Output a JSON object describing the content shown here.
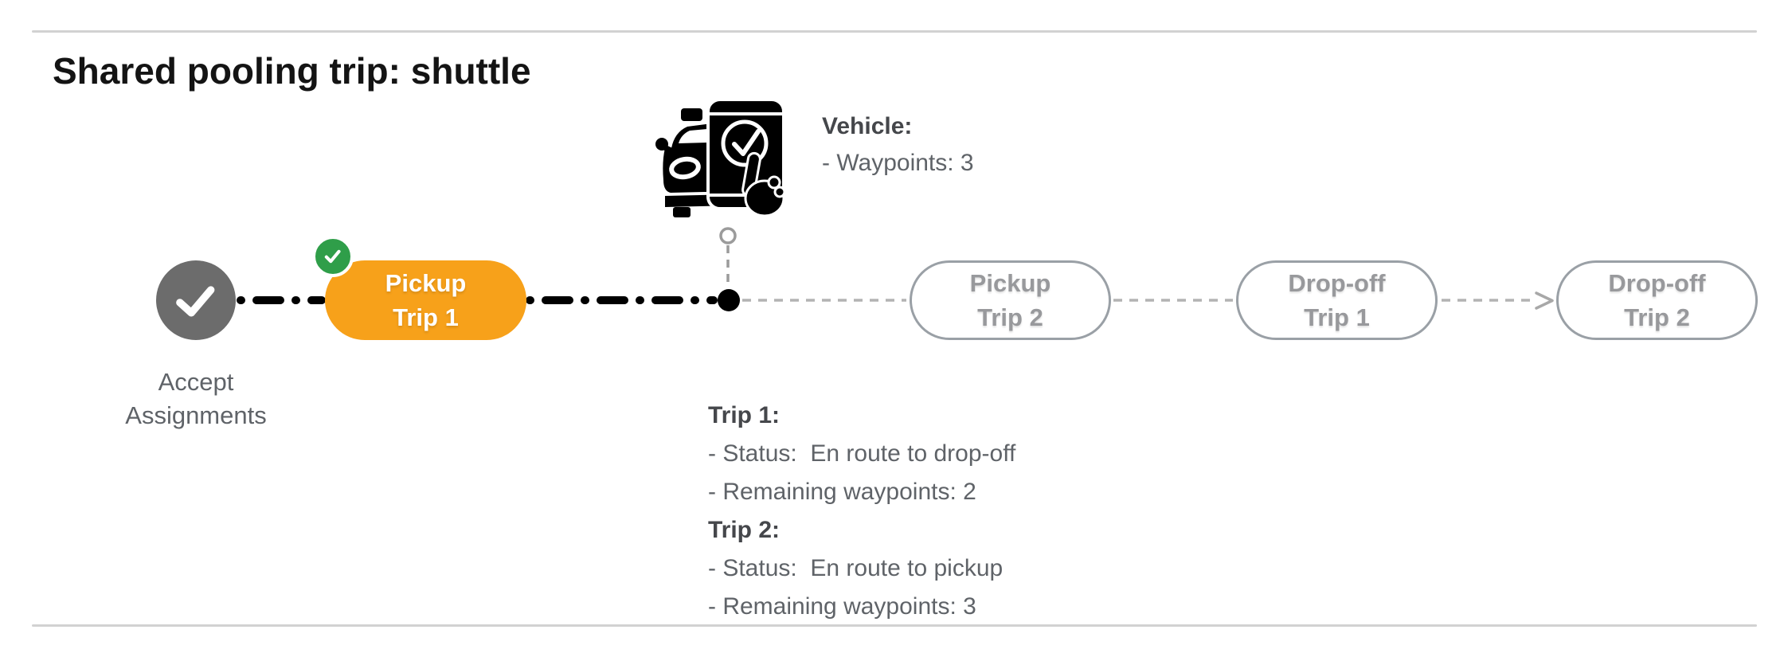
{
  "header": {
    "title": "Shared pooling trip: shuttle"
  },
  "vehicle_panel": {
    "heading": "Vehicle:",
    "detail": "- Waypoints: 3",
    "icon": "car-phone-check-icon"
  },
  "timeline": {
    "accept_node": {
      "caption": "Accept\nAssignments",
      "icon": "check-icon",
      "state": "done"
    },
    "completed_badge": {
      "icon": "check-icon",
      "state": "done"
    },
    "steps": [
      {
        "id": "pickup-trip-1",
        "label": "Pickup\nTrip 1",
        "state": "current",
        "has_completed_badge": true
      },
      {
        "id": "pickup-trip-2",
        "label": "Pickup\nTrip 2",
        "state": "upcoming",
        "has_completed_badge": false
      },
      {
        "id": "dropoff-trip-1",
        "label": "Drop-off\nTrip 1",
        "state": "upcoming",
        "has_completed_badge": false
      },
      {
        "id": "dropoff-trip-2",
        "label": "Drop-off\nTrip 2",
        "state": "upcoming",
        "has_completed_badge": false
      }
    ]
  },
  "trip_status": {
    "lines": [
      "Trip 1:",
      "- Status:  En route to drop-off",
      "- Remaining waypoints: 2",
      "Trip 2:",
      "- Status:  En route to pickup",
      "- Remaining waypoints: 3"
    ]
  },
  "colors": {
    "accent_orange": "#F7A11A",
    "success_green": "#2F9E49",
    "done_node_gray": "#6C6C6C",
    "upcoming_gray": "#9AA0A6",
    "text_gray": "#5F6368",
    "connector_black": "#000000",
    "connector_gray": "#B3B3B3",
    "divider_gray": "#D2D2D2"
  }
}
